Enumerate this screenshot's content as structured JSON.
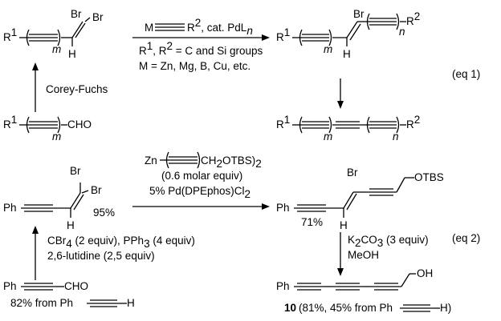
{
  "eq1": {
    "r1": "R",
    "sup1": "1",
    "br": "Br",
    "m": "m",
    "h": "H",
    "reagent_top_m": "M",
    "reagent_r": "R",
    "sup2": "2",
    "reagent_cat": ", cat. PdL",
    "reagent_n": "n",
    "cond_line2_r1": "R",
    "cond_line2_rest": ", R",
    "cond_line2_tail": " = C and Si groups",
    "cond_line3": "M = Zn, Mg, B, Cu, etc.",
    "n": "n",
    "label": "(eq 1)",
    "corey": "Corey-Fuchs",
    "cho": "CHO"
  },
  "eq2": {
    "ph": "Ph",
    "br": "Br",
    "h": "H",
    "yield_left": "95%",
    "zn": "Zn",
    "ch2otbs": "CH",
    "sub2": "2",
    "otbs_tail": "OTBS)",
    "sub_paren": "2",
    "molar": "(0.6  molar equiv)",
    "cat_line": "5% Pd(DPEphos)Cl",
    "cat_sub": "2",
    "otbs": "OTBS",
    "yield_mid": "71%",
    "k2co3": "K",
    "k2co3_sub1": "2",
    "co3": "CO",
    "k2co3_sub2": "3",
    "k2co3_tail": " (3 equiv)",
    "meoh": "MeOH",
    "label": "(eq 2)",
    "cbr4_line": "CBr",
    "cbr4_sub": "4",
    "cbr4_mid": " (2 equiv), PPh",
    "pph3_sub": "3",
    "cbr4_tail": " (4 equiv)",
    "lutidine": "2,6-lutidine (2,5 equiv)",
    "cho": "CHO",
    "from_text": "82% from Ph",
    "oh": "OH",
    "cmpd10": "10",
    "final_text": "(81%, 45% from Ph",
    "final_h": "H)"
  }
}
